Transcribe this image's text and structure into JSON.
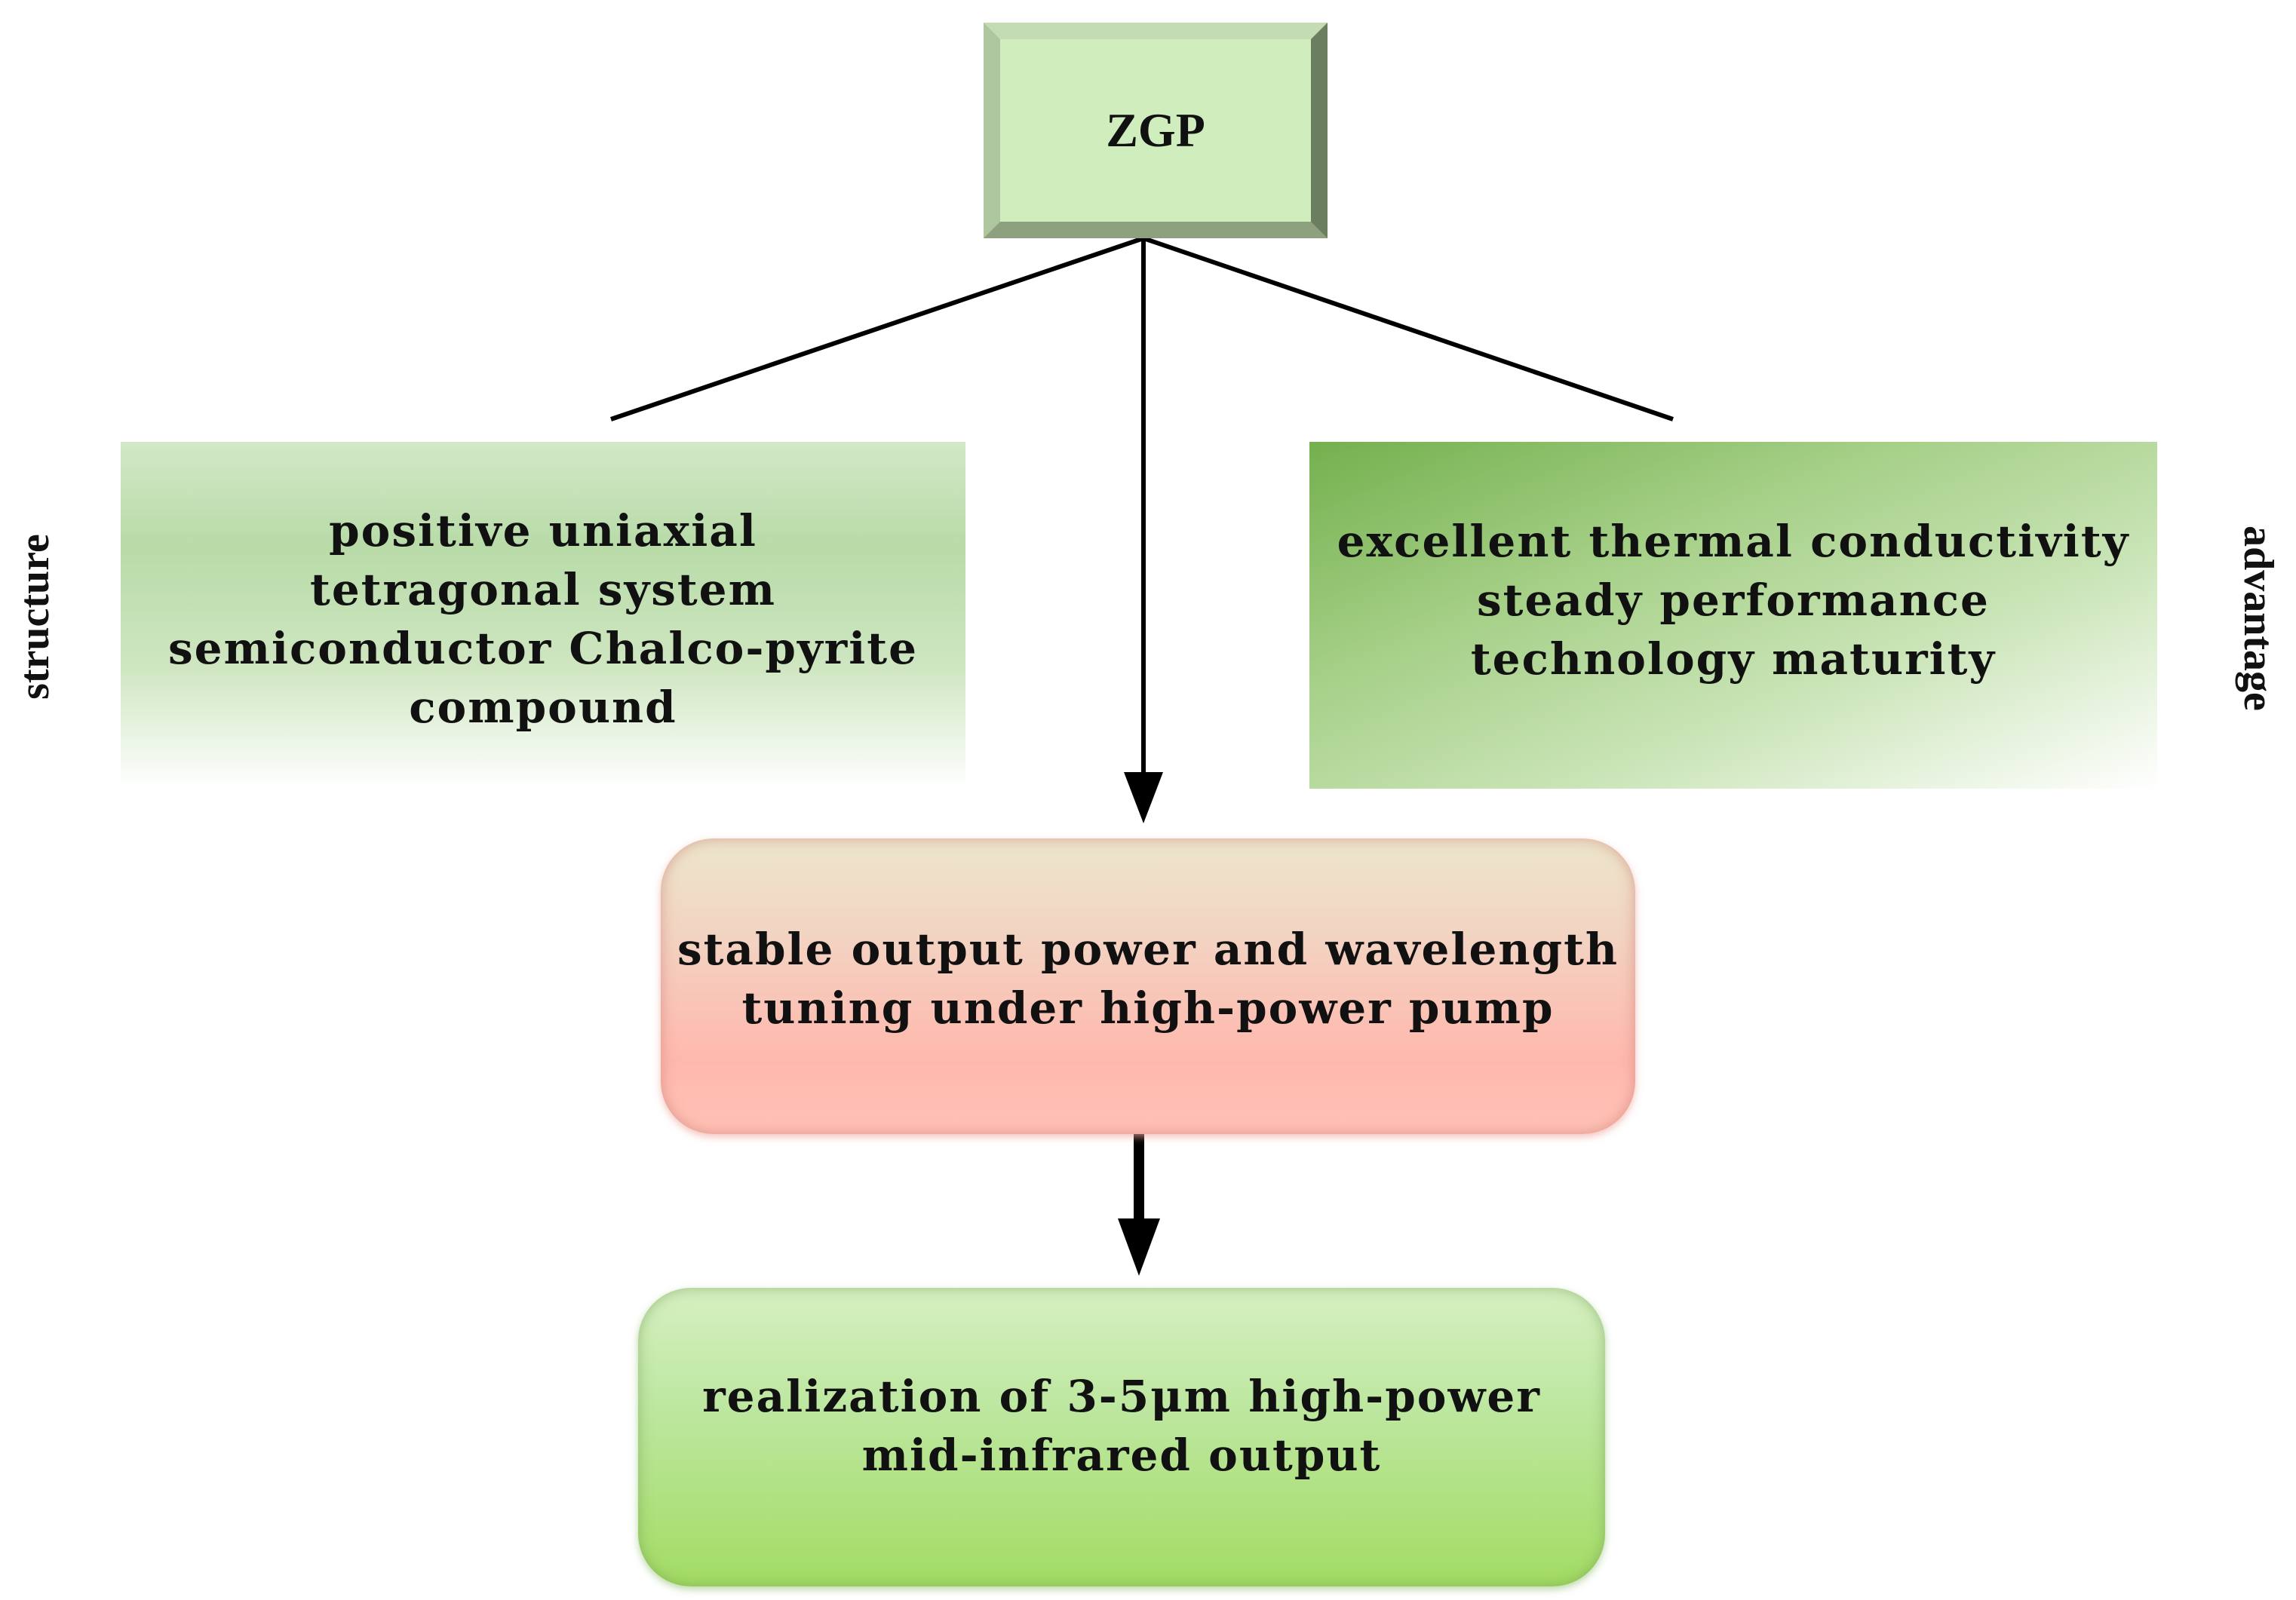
{
  "nodes": {
    "top": {
      "label": "ZGP"
    },
    "left": {
      "side_label": "structure",
      "lines": [
        "positive uniaxial",
        "tetragonal system",
        "semiconductor Chalco-pyrite",
        "compound"
      ]
    },
    "right": {
      "side_label": "advantage",
      "lines": [
        "excellent thermal conductivity",
        "steady performance",
        "technology maturity"
      ]
    },
    "middle": {
      "lines": [
        "stable output power and wavelength",
        "tuning under high-power pump"
      ]
    },
    "bottom": {
      "lines": [
        "realization of 3-5μm high-power",
        "mid-infrared output"
      ]
    }
  },
  "edges": [
    {
      "from": "top",
      "to": "left",
      "style": "line"
    },
    {
      "from": "top",
      "to": "right",
      "style": "line"
    },
    {
      "from": "top",
      "to": "middle",
      "style": "arrow"
    },
    {
      "from": "middle",
      "to": "bottom",
      "style": "arrow"
    }
  ],
  "colors": {
    "line": "#000000",
    "top_box": "#d0edbd",
    "middle_box": "#ffb8ad",
    "bottom_box": "#a3dc63",
    "right_box_accent": "#74b04e"
  }
}
